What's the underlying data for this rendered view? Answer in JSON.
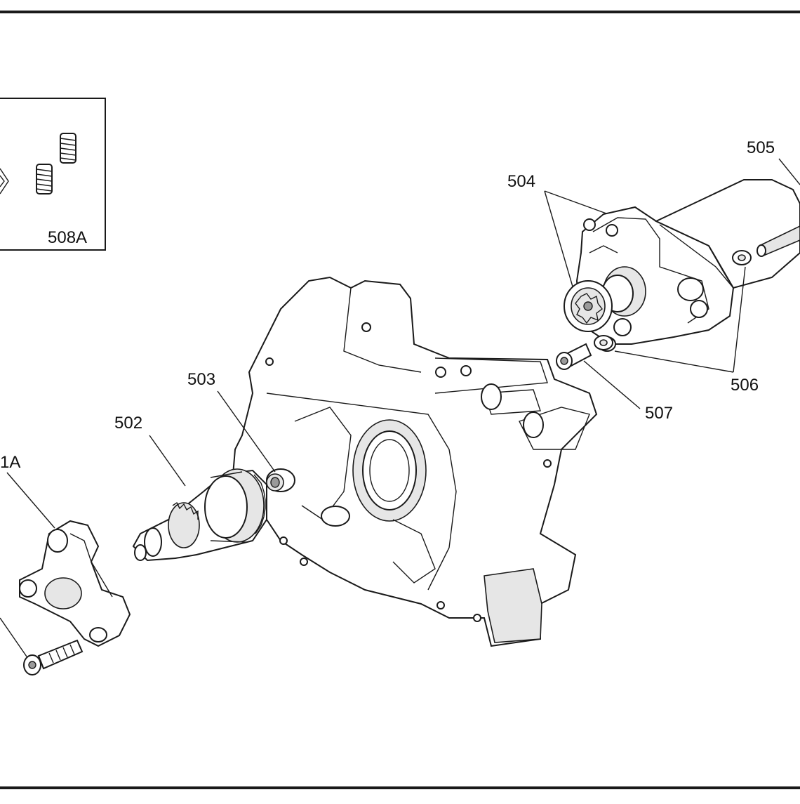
{
  "diagram": {
    "inset_label": "508A",
    "callouts": {
      "c501A": "1A",
      "c502": "502",
      "c503": "503",
      "c504": "504",
      "c505": "505",
      "c506": "506",
      "c507": "507"
    }
  }
}
